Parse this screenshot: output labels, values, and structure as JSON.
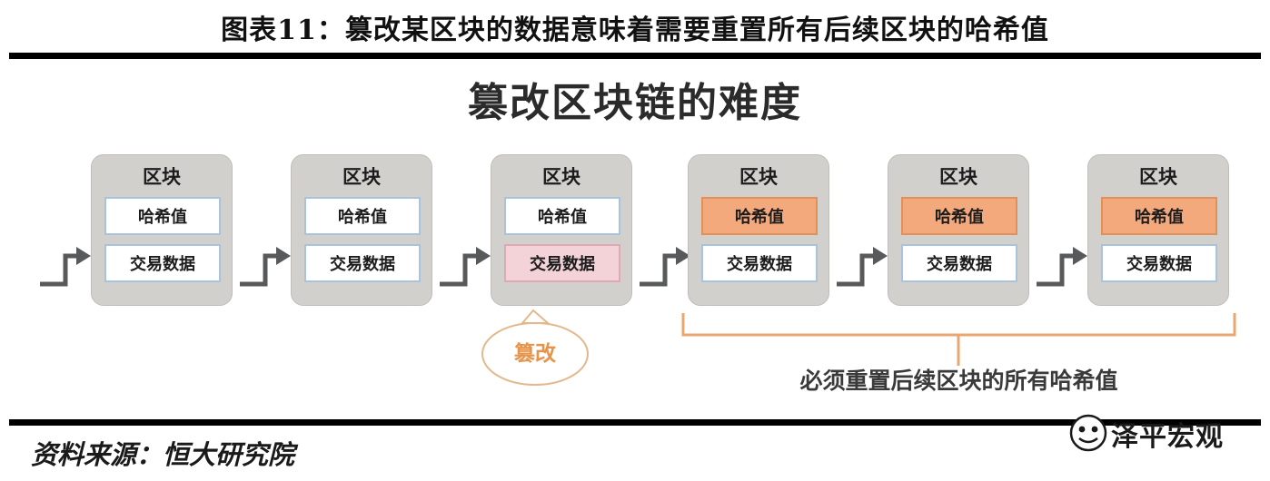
{
  "figure": {
    "caption": "图表11：篡改某区块的数据意味着需要重置所有后续区块的哈希值",
    "source_label": "资料来源：恒大研究院"
  },
  "diagram": {
    "title": "篡改区块链的难度",
    "block_label": "区块",
    "hash_label": "哈希值",
    "data_label": "交易数据",
    "callout_label": "篡改",
    "bracket_note": "必须重置后续区块的所有哈希值",
    "blocks": [
      {
        "index": 1,
        "label": "区块",
        "hash": "哈希值",
        "data": "交易数据",
        "hash_state": "normal",
        "data_state": "normal"
      },
      {
        "index": 2,
        "label": "区块",
        "hash": "哈希值",
        "data": "交易数据",
        "hash_state": "normal",
        "data_state": "normal"
      },
      {
        "index": 3,
        "label": "区块",
        "hash": "哈希值",
        "data": "交易数据",
        "hash_state": "normal",
        "data_state": "tampered"
      },
      {
        "index": 4,
        "label": "区块",
        "hash": "哈希值",
        "data": "交易数据",
        "hash_state": "alert",
        "data_state": "normal"
      },
      {
        "index": 5,
        "label": "区块",
        "hash": "哈希值",
        "data": "交易数据",
        "hash_state": "alert",
        "data_state": "normal"
      },
      {
        "index": 6,
        "label": "区块",
        "hash": "哈希值",
        "data": "交易数据",
        "hash_state": "alert",
        "data_state": "normal"
      }
    ]
  },
  "watermark": {
    "text": "泽平宏观",
    "icon": "smiley-face-icon"
  },
  "colors": {
    "block_fill": "#d2d0cd",
    "cell_border_blue": "#a9c3dd",
    "hash_alert_fill": "#f4a97c",
    "data_tampered_fill": "#f3d3d8",
    "accent_orange": "#e8934a",
    "arrow_gray": "#58595b",
    "rule_black": "#000000"
  }
}
